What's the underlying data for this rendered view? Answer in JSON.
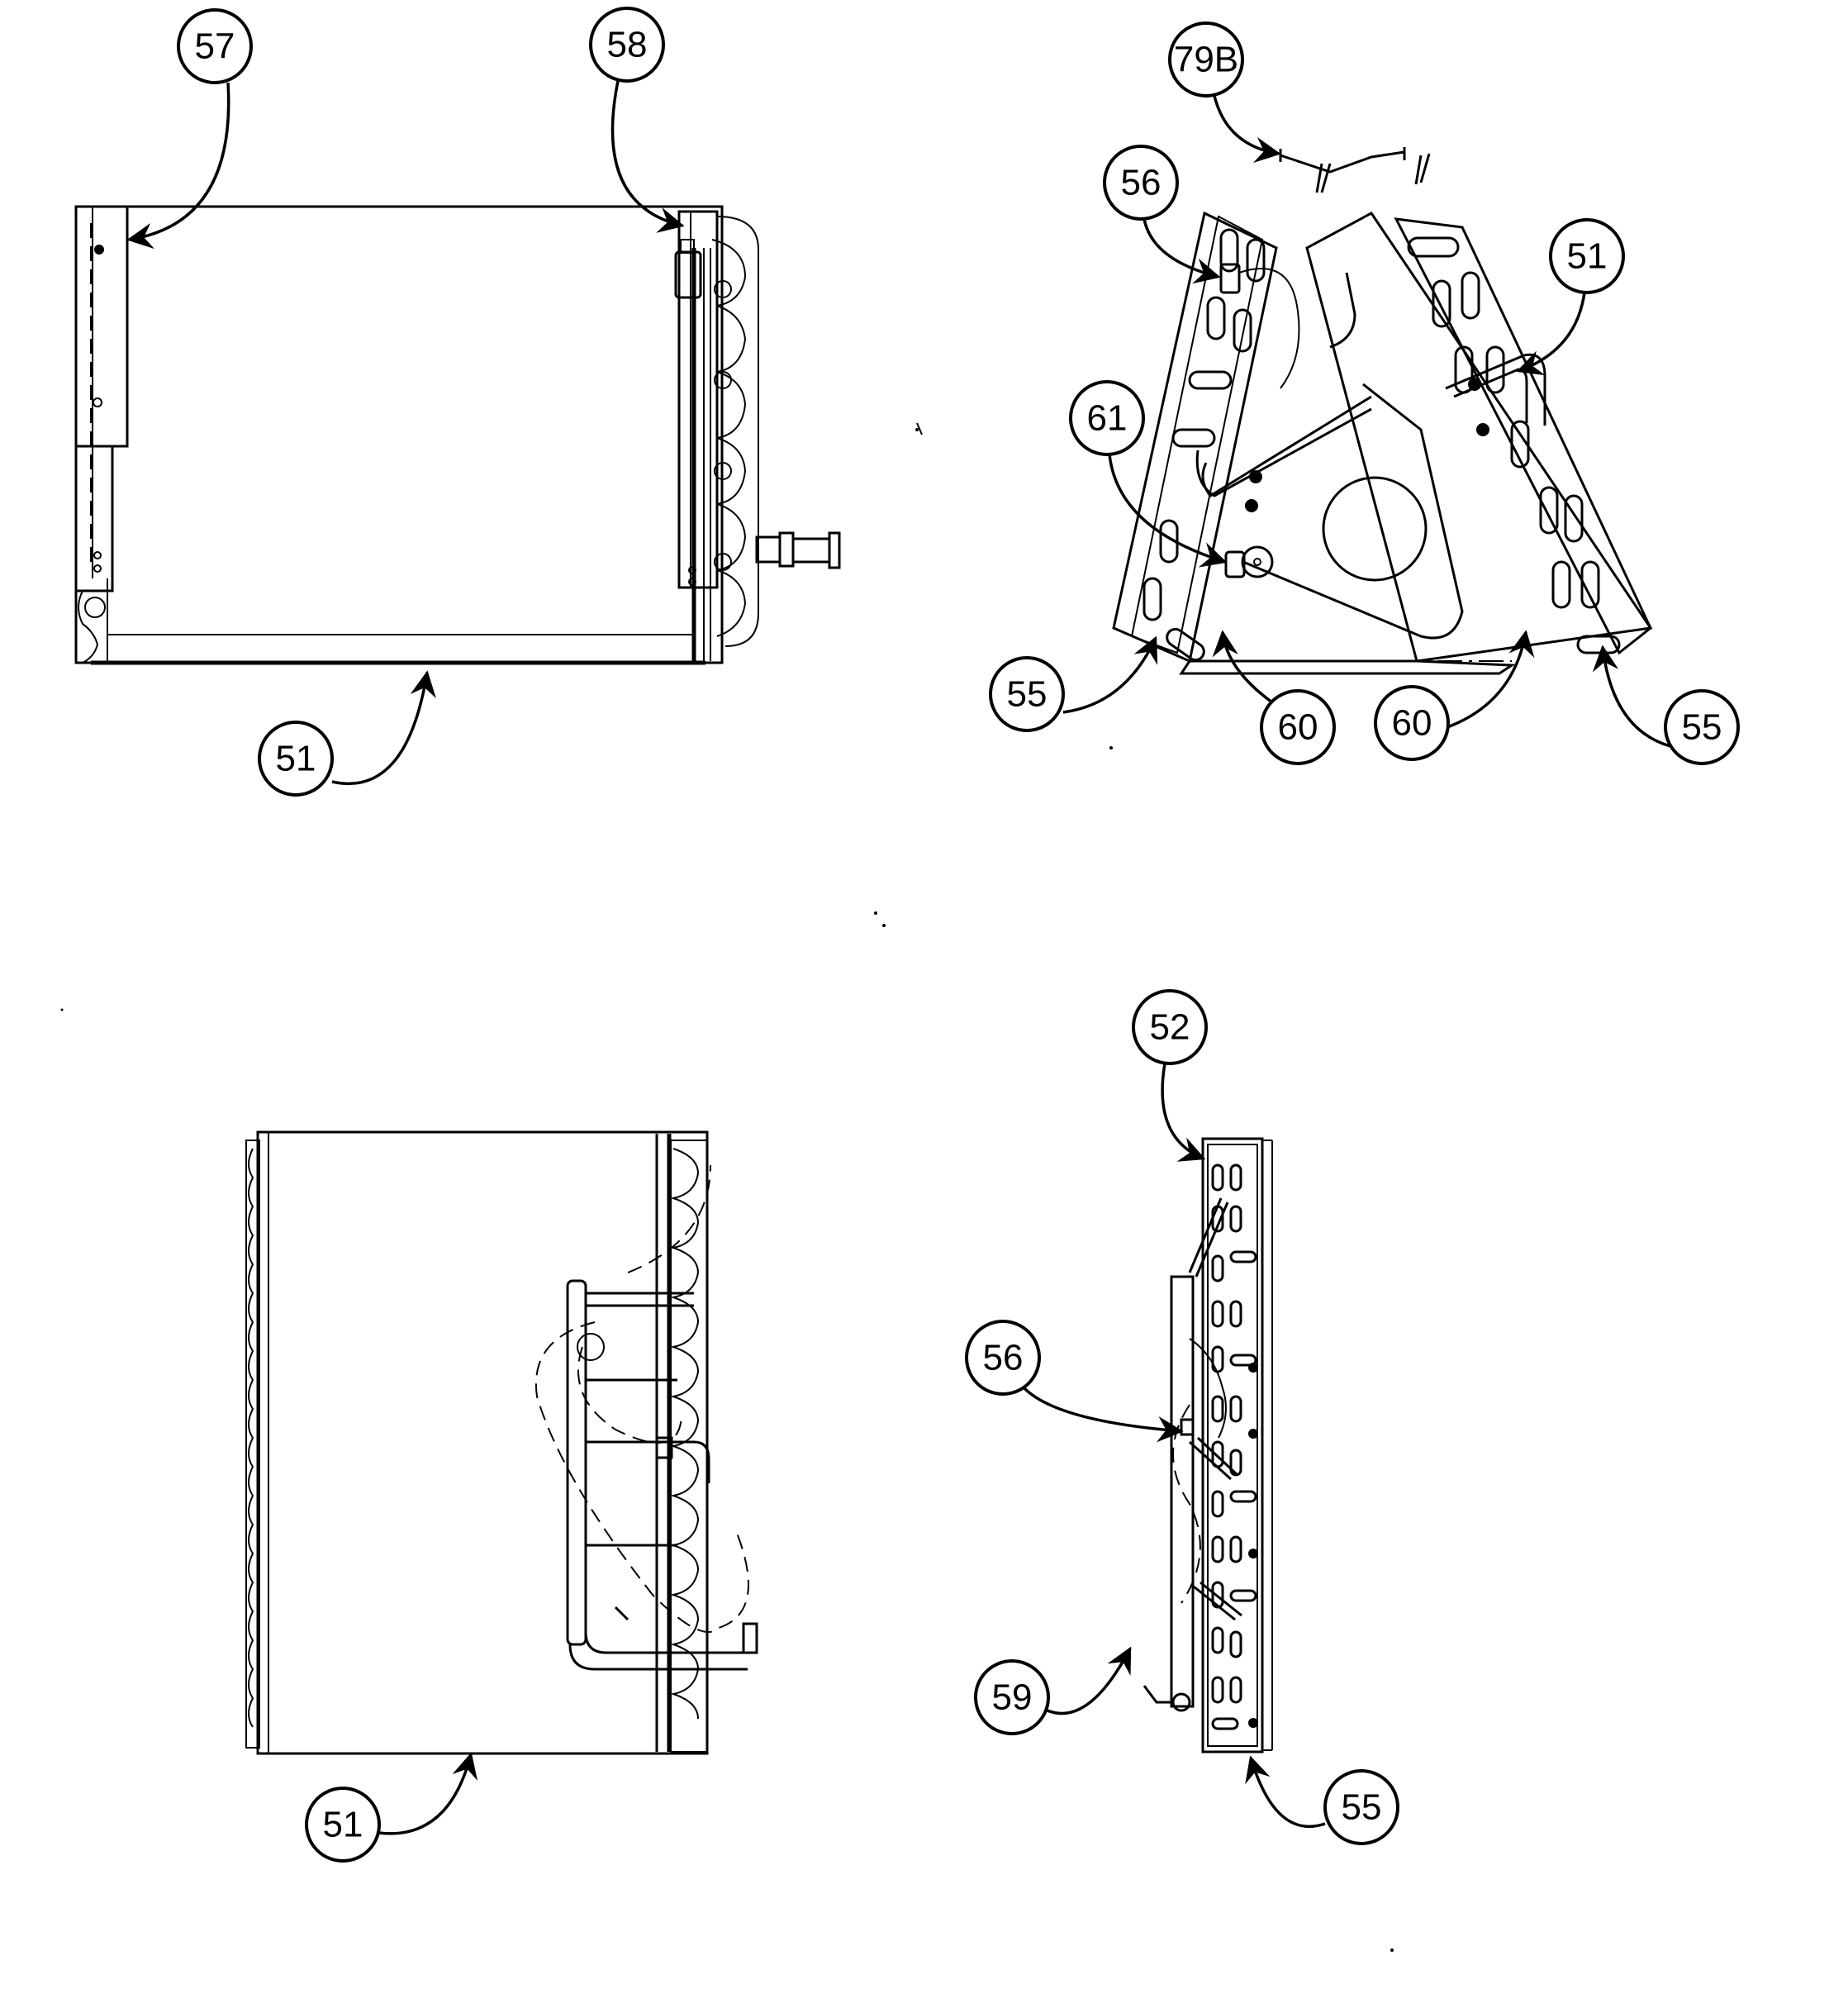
{
  "diagram": {
    "type": "exploded parts diagram",
    "subject": "A-frame evaporator coil assembly",
    "views": [
      {
        "name": "front-view",
        "position": "top-left",
        "callouts": [
          "57",
          "58",
          "51"
        ]
      },
      {
        "name": "top-view-a-coil",
        "position": "top-right",
        "callouts": [
          "79B",
          "56",
          "51",
          "61",
          "55",
          "60",
          "60",
          "55"
        ]
      },
      {
        "name": "side-view",
        "position": "bottom-left",
        "callouts": [
          "51"
        ]
      },
      {
        "name": "end-view-slab",
        "position": "bottom-right",
        "callouts": [
          "52",
          "56",
          "59",
          "55"
        ]
      }
    ]
  },
  "callouts": {
    "c57": "57",
    "c58": "58",
    "c51a": "51",
    "c79b": "79B",
    "c56a": "56",
    "c51b": "51",
    "c61": "61",
    "c55a": "55",
    "c60a": "60",
    "c60b": "60",
    "c55b": "55",
    "c52": "52",
    "c56b": "56",
    "c59": "59",
    "c55c": "55",
    "c51c": "51"
  }
}
